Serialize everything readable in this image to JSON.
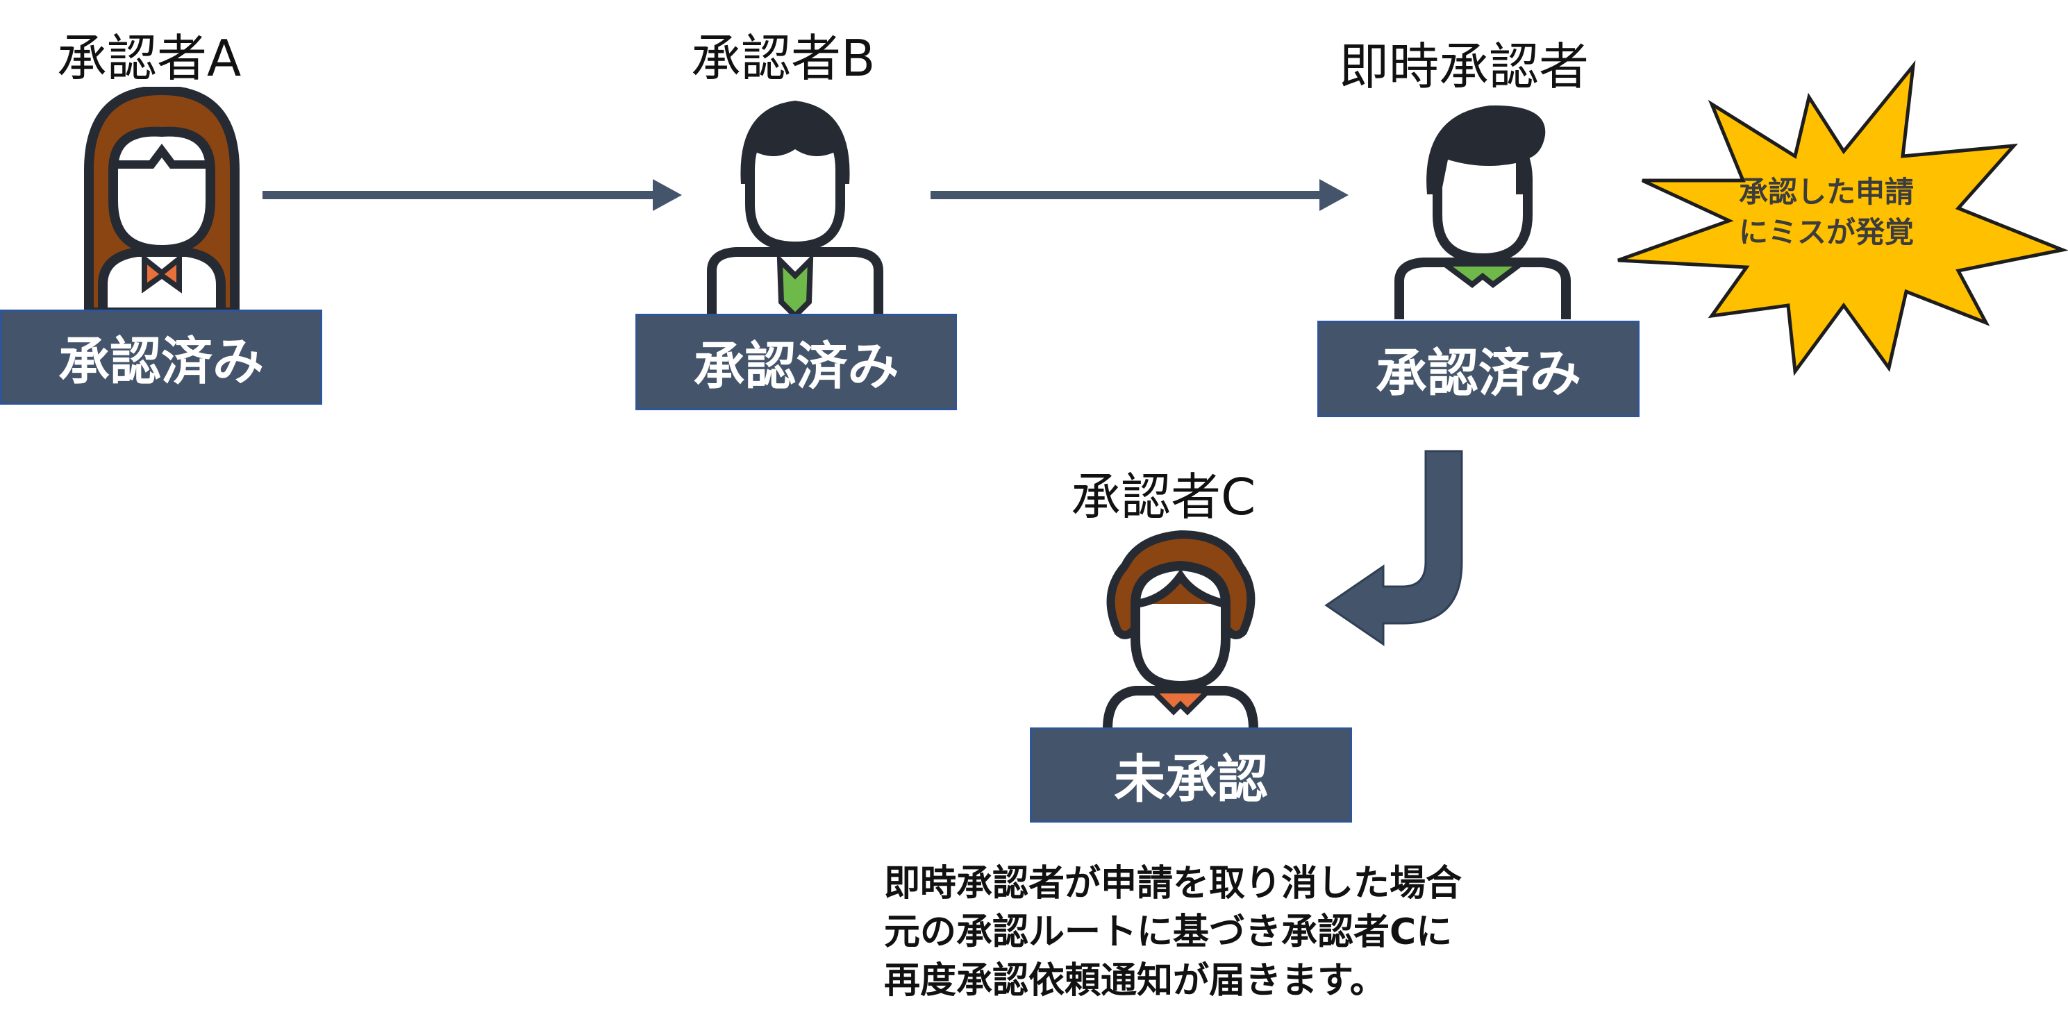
{
  "approvers": {
    "a": {
      "name": "承認者A",
      "status": "承認済み"
    },
    "b": {
      "name": "承認者B",
      "status": "承認済み"
    },
    "immediate": {
      "name": "即時承認者",
      "status": "承認済み"
    },
    "c": {
      "name": "承認者C",
      "status": "未承認"
    }
  },
  "callout": {
    "line1": "承認した申請",
    "line2": "にミスが発覚"
  },
  "caption": {
    "line1": "即時承認者が申請を取り消した場合",
    "line2": "元の承認ルートに基づき承認者Cに",
    "line3": "再度承認依頼通知が届きます。"
  },
  "colors": {
    "badge": "#44546a",
    "badge_border": "#2f5597",
    "arrow": "#44546a",
    "burst": "#ffc000",
    "hair_brown": "#8b4513",
    "hair_dark": "#262b33",
    "accent_orange": "#e8703a",
    "accent_green": "#6fb94a"
  }
}
